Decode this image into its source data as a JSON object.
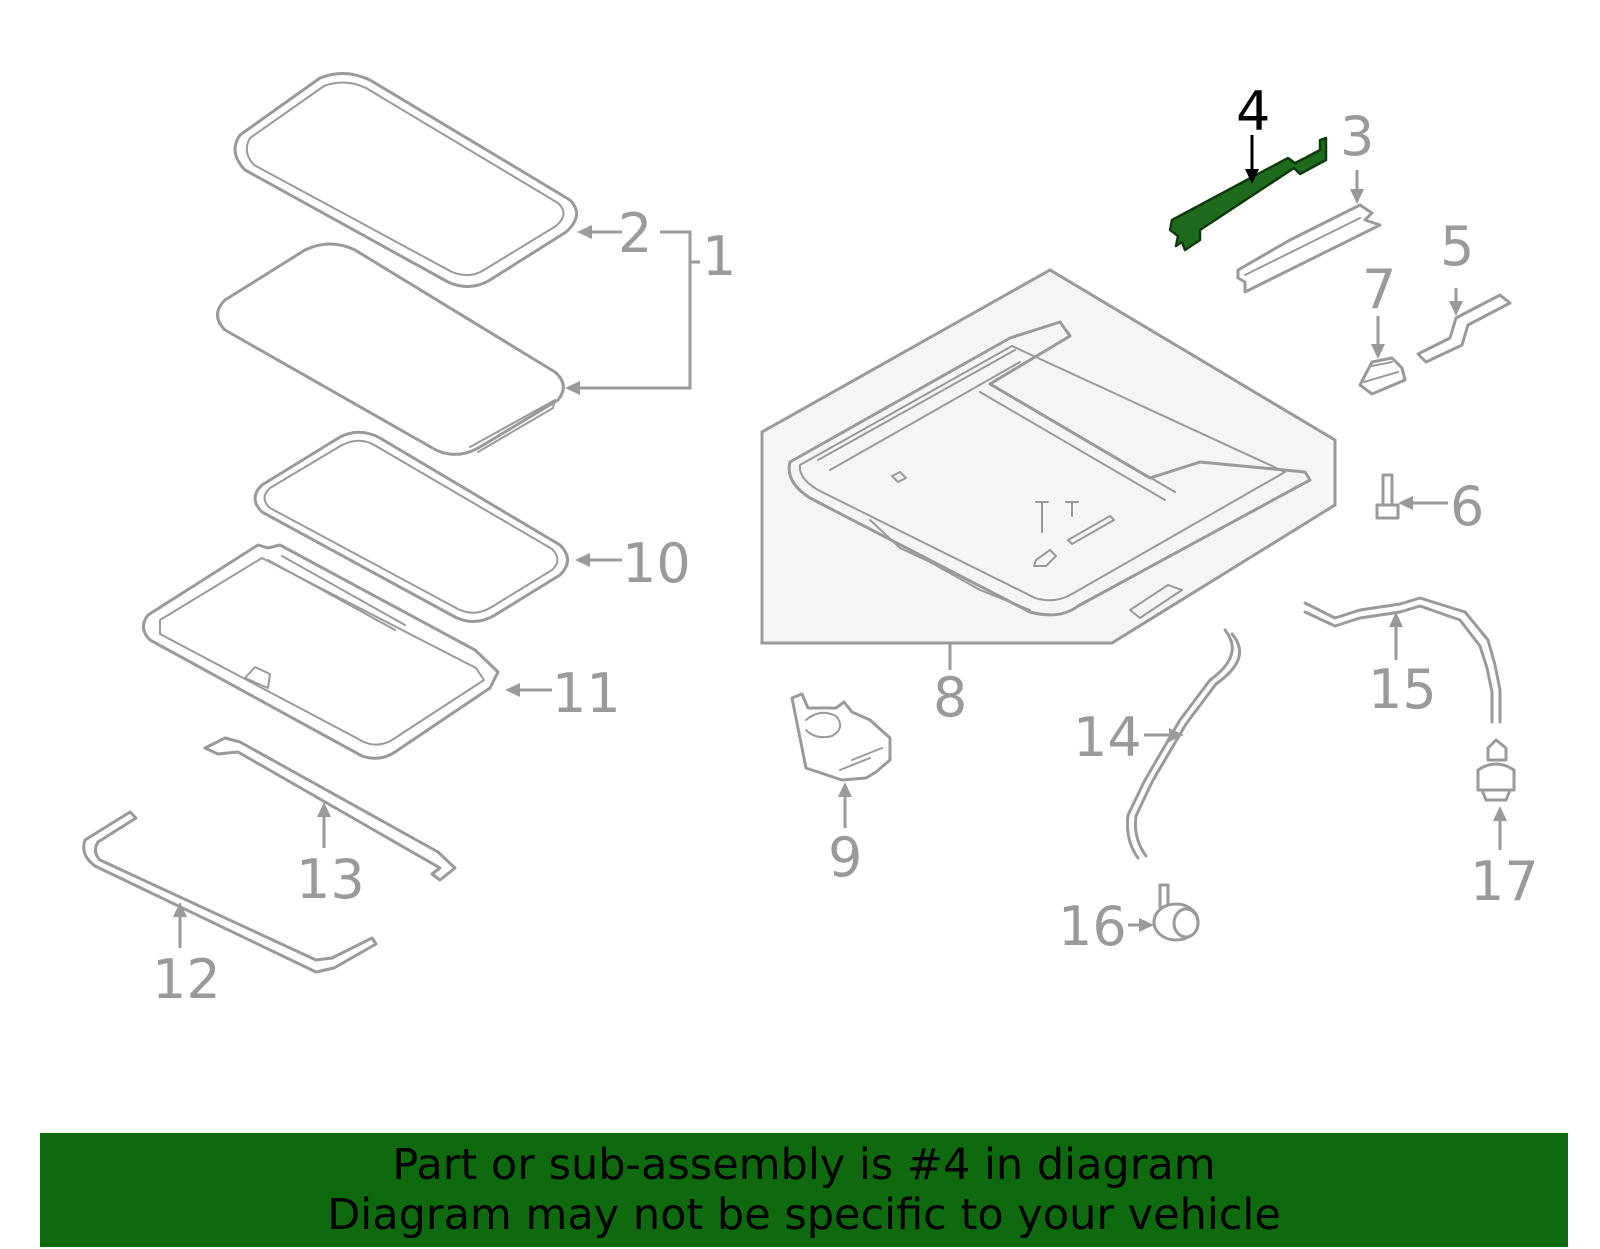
{
  "diagram": {
    "callouts": [
      "1",
      "2",
      "3",
      "4",
      "5",
      "6",
      "7",
      "8",
      "9",
      "10",
      "11",
      "12",
      "13",
      "14",
      "15",
      "16",
      "17"
    ],
    "selected_part": "4",
    "colors": {
      "line": "#9a9a9a",
      "highlight_fill": "#1e6b1e",
      "selected_label": "#000000",
      "assembly_box": "#f5f5f5",
      "banner": "#0f6a0f"
    }
  },
  "banner": {
    "line1": "Part or sub-assembly is #4 in diagram",
    "line2": "Diagram may not be specific to your vehicle"
  }
}
